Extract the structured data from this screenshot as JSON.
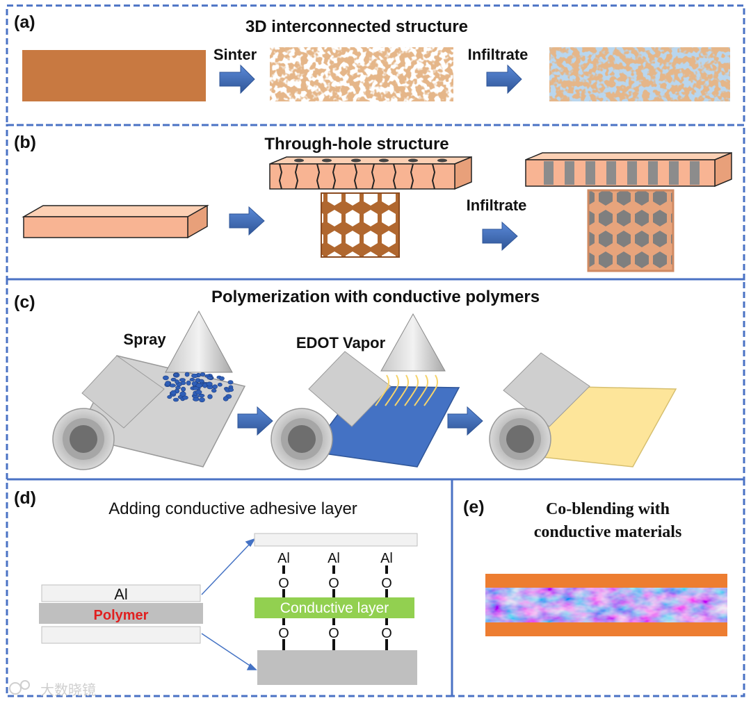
{
  "panels": {
    "a": {
      "letter": "(a)",
      "title": "3D interconnected structure",
      "step1": "Sinter",
      "step2": "Infiltrate"
    },
    "b": {
      "letter": "(b)",
      "title": "Through-hole structure",
      "step2": "Infiltrate"
    },
    "c": {
      "letter": "(c)",
      "title": "Polymerization with conductive polymers",
      "spray": "Spray",
      "vapor": "EDOT Vapor"
    },
    "d": {
      "letter": "(d)",
      "title": "Adding conductive adhesive layer",
      "al": "Al",
      "polymer": "Polymer",
      "conductive_layer": "Conductive layer",
      "bond_top": "Al",
      "bond_o": "O"
    },
    "e": {
      "letter": "(e)",
      "title_line1": "Co-blending with",
      "title_line2": "conductive materials"
    }
  },
  "watermark": "大数晓镜",
  "colors": {
    "border": "#4a72c4",
    "copper": "#c87941",
    "salmon": "#f8b493",
    "arrow": "#4472c4",
    "film_blue": "#4472c4",
    "film_yellow": "#fde59a",
    "adhesive_green": "#92d050",
    "polymer_red": "#e02020",
    "electrode_orange": "#ed7d31"
  }
}
